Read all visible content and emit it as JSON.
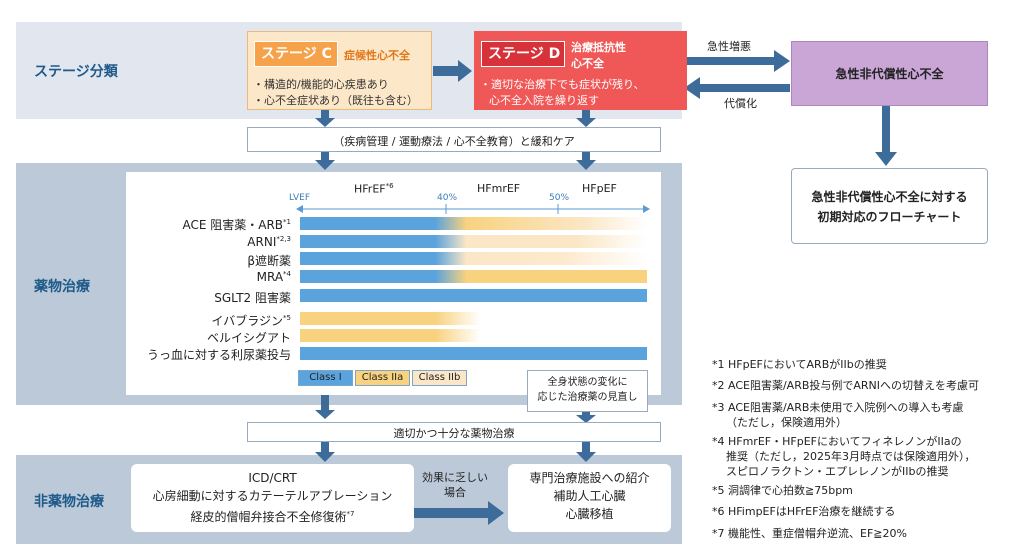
{
  "stage_row": {
    "label": "ステージ分類",
    "stage_c": {
      "name": "ステージ C",
      "title": "症候性心不全",
      "line1": "・構造的/機能的心疾患あり",
      "line2": "・心不全症状あり（既往も含む）"
    },
    "stage_d": {
      "name": "ステージ D",
      "title1": "治療抵抗性",
      "title2": "心不全",
      "line1": "・適切な治療下でも症状が残り、",
      "line2": "心不全入院を繰り返す"
    },
    "to_acute_label": "急性増悪",
    "from_acute_label": "代償化",
    "acute_box": "急性非代償性心不全",
    "flowchart_box_line1": "急性非代償性心不全に対する",
    "flowchart_box_line2": "初期対応のフローチャート"
  },
  "care_bar": "（疾病管理 / 運動療法 / 心不全教育）と緩和ケア",
  "drug_section": {
    "label": "薬物治療",
    "col_hfref": "HFrEF",
    "col_hfref_sup": "*6",
    "col_hfmref": "HFmrEF",
    "col_hfpef": "HFpEF",
    "lvef_label": "LVEF",
    "tick_40": "40%",
    "tick_50": "50%",
    "drugs": [
      {
        "name": "ACE 阻害薬・ARB",
        "sup": "*1"
      },
      {
        "name": "ARNI",
        "sup": "*2,3"
      },
      {
        "name": "β遮断薬",
        "sup": ""
      },
      {
        "name": "MRA",
        "sup": "*4"
      },
      {
        "name": "SGLT2 阻害薬",
        "sup": ""
      },
      {
        "name": "イバブラジン",
        "sup": "*5"
      },
      {
        "name": "ベルイシグアト",
        "sup": ""
      },
      {
        "name": "うっ血に対する利尿薬投与",
        "sup": ""
      }
    ],
    "legend": [
      "Class I",
      "Class IIa",
      "Class IIb"
    ],
    "review_note_line1": "全身状態の変化に",
    "review_note_line2": "応じた治療薬の見直し",
    "colors": {
      "class1": "#5ba3dc",
      "class2a": "#f8d27f",
      "class2b": "#fbe7c6"
    }
  },
  "adequate_bar": "適切かつ十分な薬物治療",
  "nondrug_section": {
    "label": "非薬物治療",
    "box1_line1": "ICD/CRT",
    "box1_line2": "心房細動に対するカテーテルアブレーション",
    "box1_line3": "経皮的僧帽弁接合不全修復術",
    "box1_sup": "*7",
    "arrow_label_line1": "効果に乏しい",
    "arrow_label_line2": "場合",
    "box2_line1": "専門治療施設への紹介",
    "box2_line2": "補助人工心臓",
    "box2_line3": "心臓移植"
  },
  "footnotes": [
    {
      "line1": "*1 HFpEFにおいてARBがIIbの推奨",
      "line2": "",
      "line3": ""
    },
    {
      "line1": "*2 ACE阻害薬/ARB投与例でARNIへの切替えを考慮可",
      "line2": "",
      "line3": ""
    },
    {
      "line1": "*3 ACE阻害薬/ARB未使用で入院例への導入も考慮",
      "line2": "（ただし，保険適用外）",
      "line3": ""
    },
    {
      "line1": "*4 HFmrEF・HFpEFにおいてフィネレノンがIIaの",
      "line2": "推奨（ただし，2025年3月時点では保険適用外），",
      "line3": "スピロノラクトン・エプレレノンがIIbの推奨"
    },
    {
      "line1": "*5 洞調律で心拍数≧75bpm",
      "line2": "",
      "line3": ""
    },
    {
      "line1": "*6 HFimpEFはHFrEF治療を継続する",
      "line2": "",
      "line3": ""
    },
    {
      "line1": "*7 機能性、重症僧帽弁逆流、EF≧20%",
      "line2": "",
      "line3": ""
    }
  ]
}
